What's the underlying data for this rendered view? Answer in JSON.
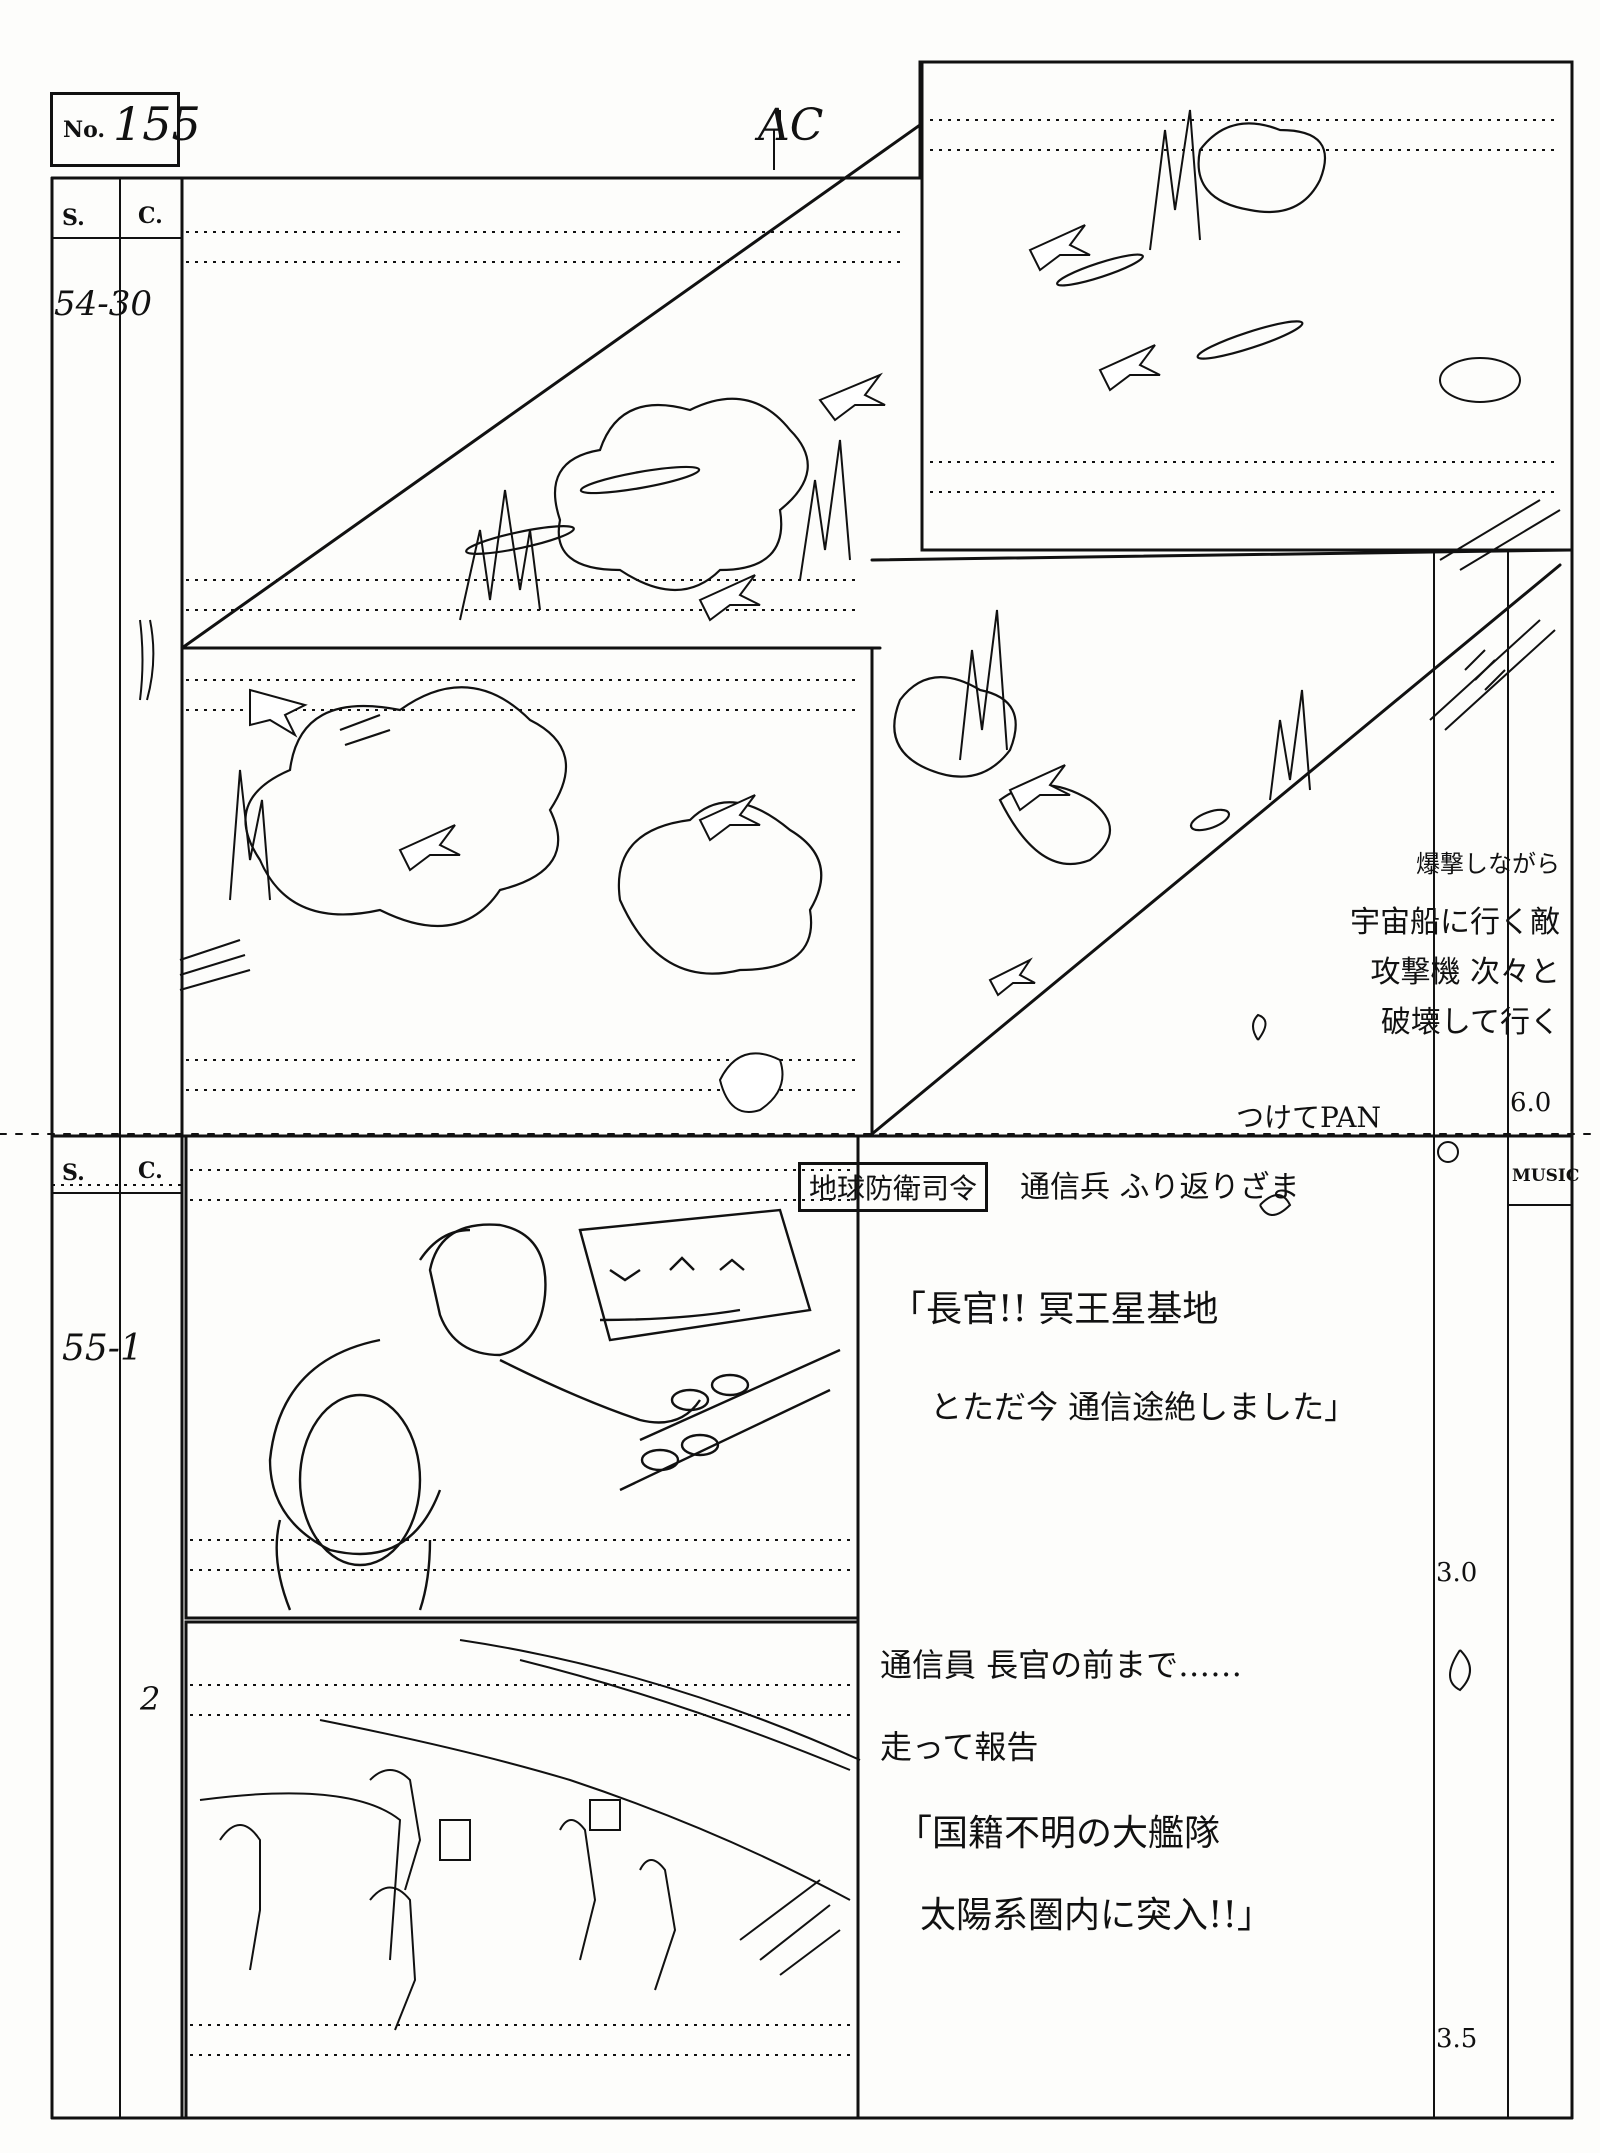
{
  "sheet": {
    "number_label": "No.",
    "number_value": "155"
  },
  "columns": {
    "scene_header": "S.",
    "cut_header": "C.",
    "music_header": "MUSIC"
  },
  "scene_54": {
    "scene_cut": "54-30",
    "ac_mark": "AC",
    "direction_lines": [
      "爆撃しながら",
      "宇宙船に行く敵",
      "攻撃機 次々と",
      "破壊して行く"
    ],
    "camera_note": "つけてPAN",
    "time": "6.0"
  },
  "scene_55": {
    "scene_cut": "55-1",
    "location_tag": "地球防衛司令",
    "header_action": "通信兵 ふり返りざま",
    "dialogue_lines": [
      "「長官!! 冥王星基地",
      "とただ今 通信途絶しました」"
    ],
    "time": "3.0"
  },
  "cut_2": {
    "cut_number": "2",
    "action_lines": [
      "通信員 長官の前まで……",
      "走って報告"
    ],
    "dialogue_lines": [
      "「国籍不明の大艦隊",
      "太陽系圏内に突入!!」"
    ],
    "time": "3.5"
  }
}
